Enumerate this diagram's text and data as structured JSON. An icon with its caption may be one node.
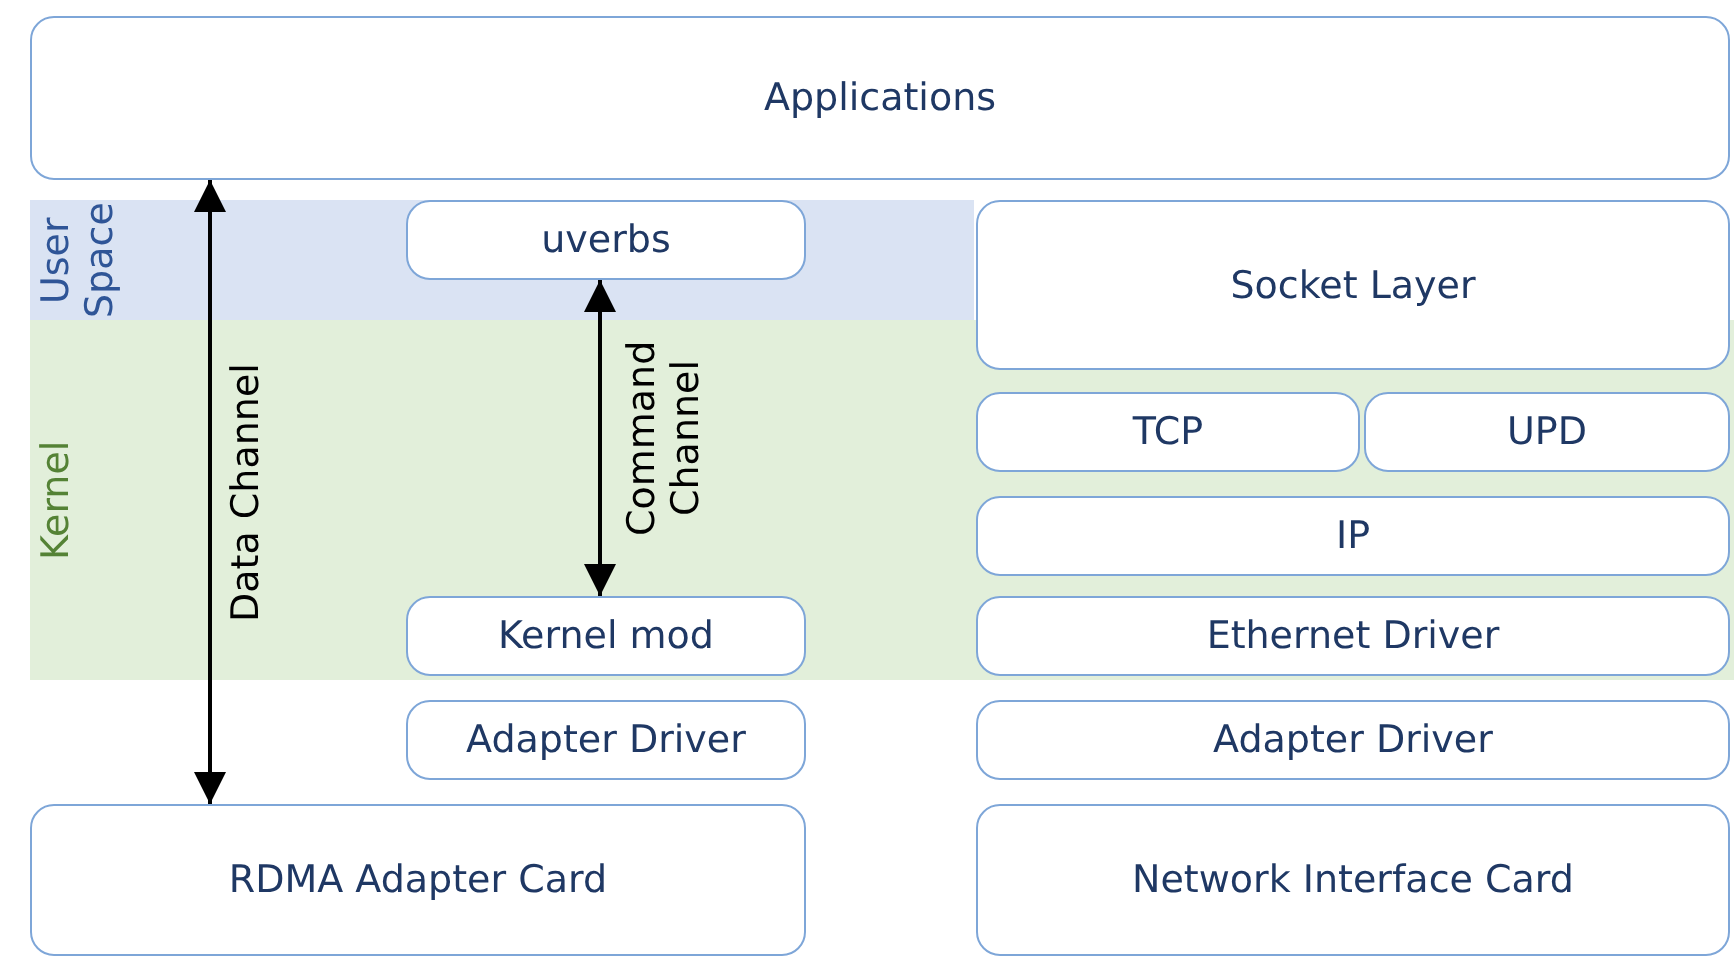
{
  "diagram": {
    "nodes": [
      {
        "text": [
          "Applications"
        ]
      },
      {
        "text": [
          "User Space"
        ]
      },
      {
        "text": [
          "uverbs"
        ],
        "in": 1
      },
      {
        "text": [
          "Socket Layer"
        ]
      },
      {
        "text": [
          "Kernel"
        ]
      },
      {
        "text": [
          "TCP"
        ],
        "in": 4
      },
      {
        "text": [
          "UPD"
        ],
        "in": 4
      },
      {
        "text": [
          "IP"
        ],
        "in": 4
      },
      {
        "text": [
          "Kernel mod"
        ],
        "in": 4
      },
      {
        "text": [
          "Ethernet Driver"
        ],
        "in": 4
      },
      {
        "text": [
          "Adapter Driver"
        ]
      },
      {
        "text": [
          "Adapter Driver"
        ]
      },
      {
        "text": [
          "RDMA Adapter Card"
        ]
      },
      {
        "text": [
          "Network Interface Card"
        ]
      }
    ],
    "edges": [
      {
        "from": 0,
        "to": 12,
        "arrow": "both",
        "label": "Data Channel"
      },
      {
        "from": 2,
        "to": 8,
        "arrow": "both",
        "label": "Command Channel"
      }
    ]
  }
}
